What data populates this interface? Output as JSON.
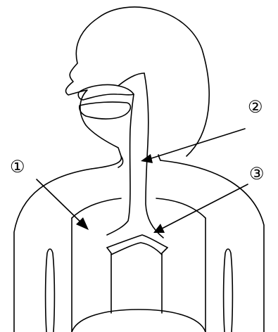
{
  "labels": {
    "one": "①",
    "two": "②",
    "three": "③"
  },
  "colors": {
    "stroke": "#000000",
    "background": "#ffffff"
  }
}
